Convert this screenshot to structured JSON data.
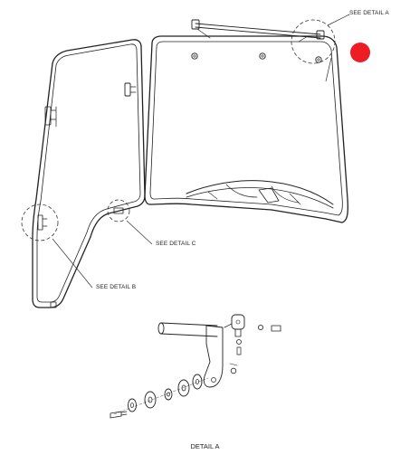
{
  "callouts": {
    "detail_a": "SEE DETAIL A",
    "detail_b": "SEE DETAIL B",
    "detail_c": "SEE DETAIL C"
  },
  "detail_title": "DETAIL A",
  "colors": {
    "line": "#222222",
    "highlight_marker": "#ee1c25",
    "background": "#ffffff"
  },
  "icons": [
    "highlight-marker-dot",
    "detail-circle"
  ]
}
